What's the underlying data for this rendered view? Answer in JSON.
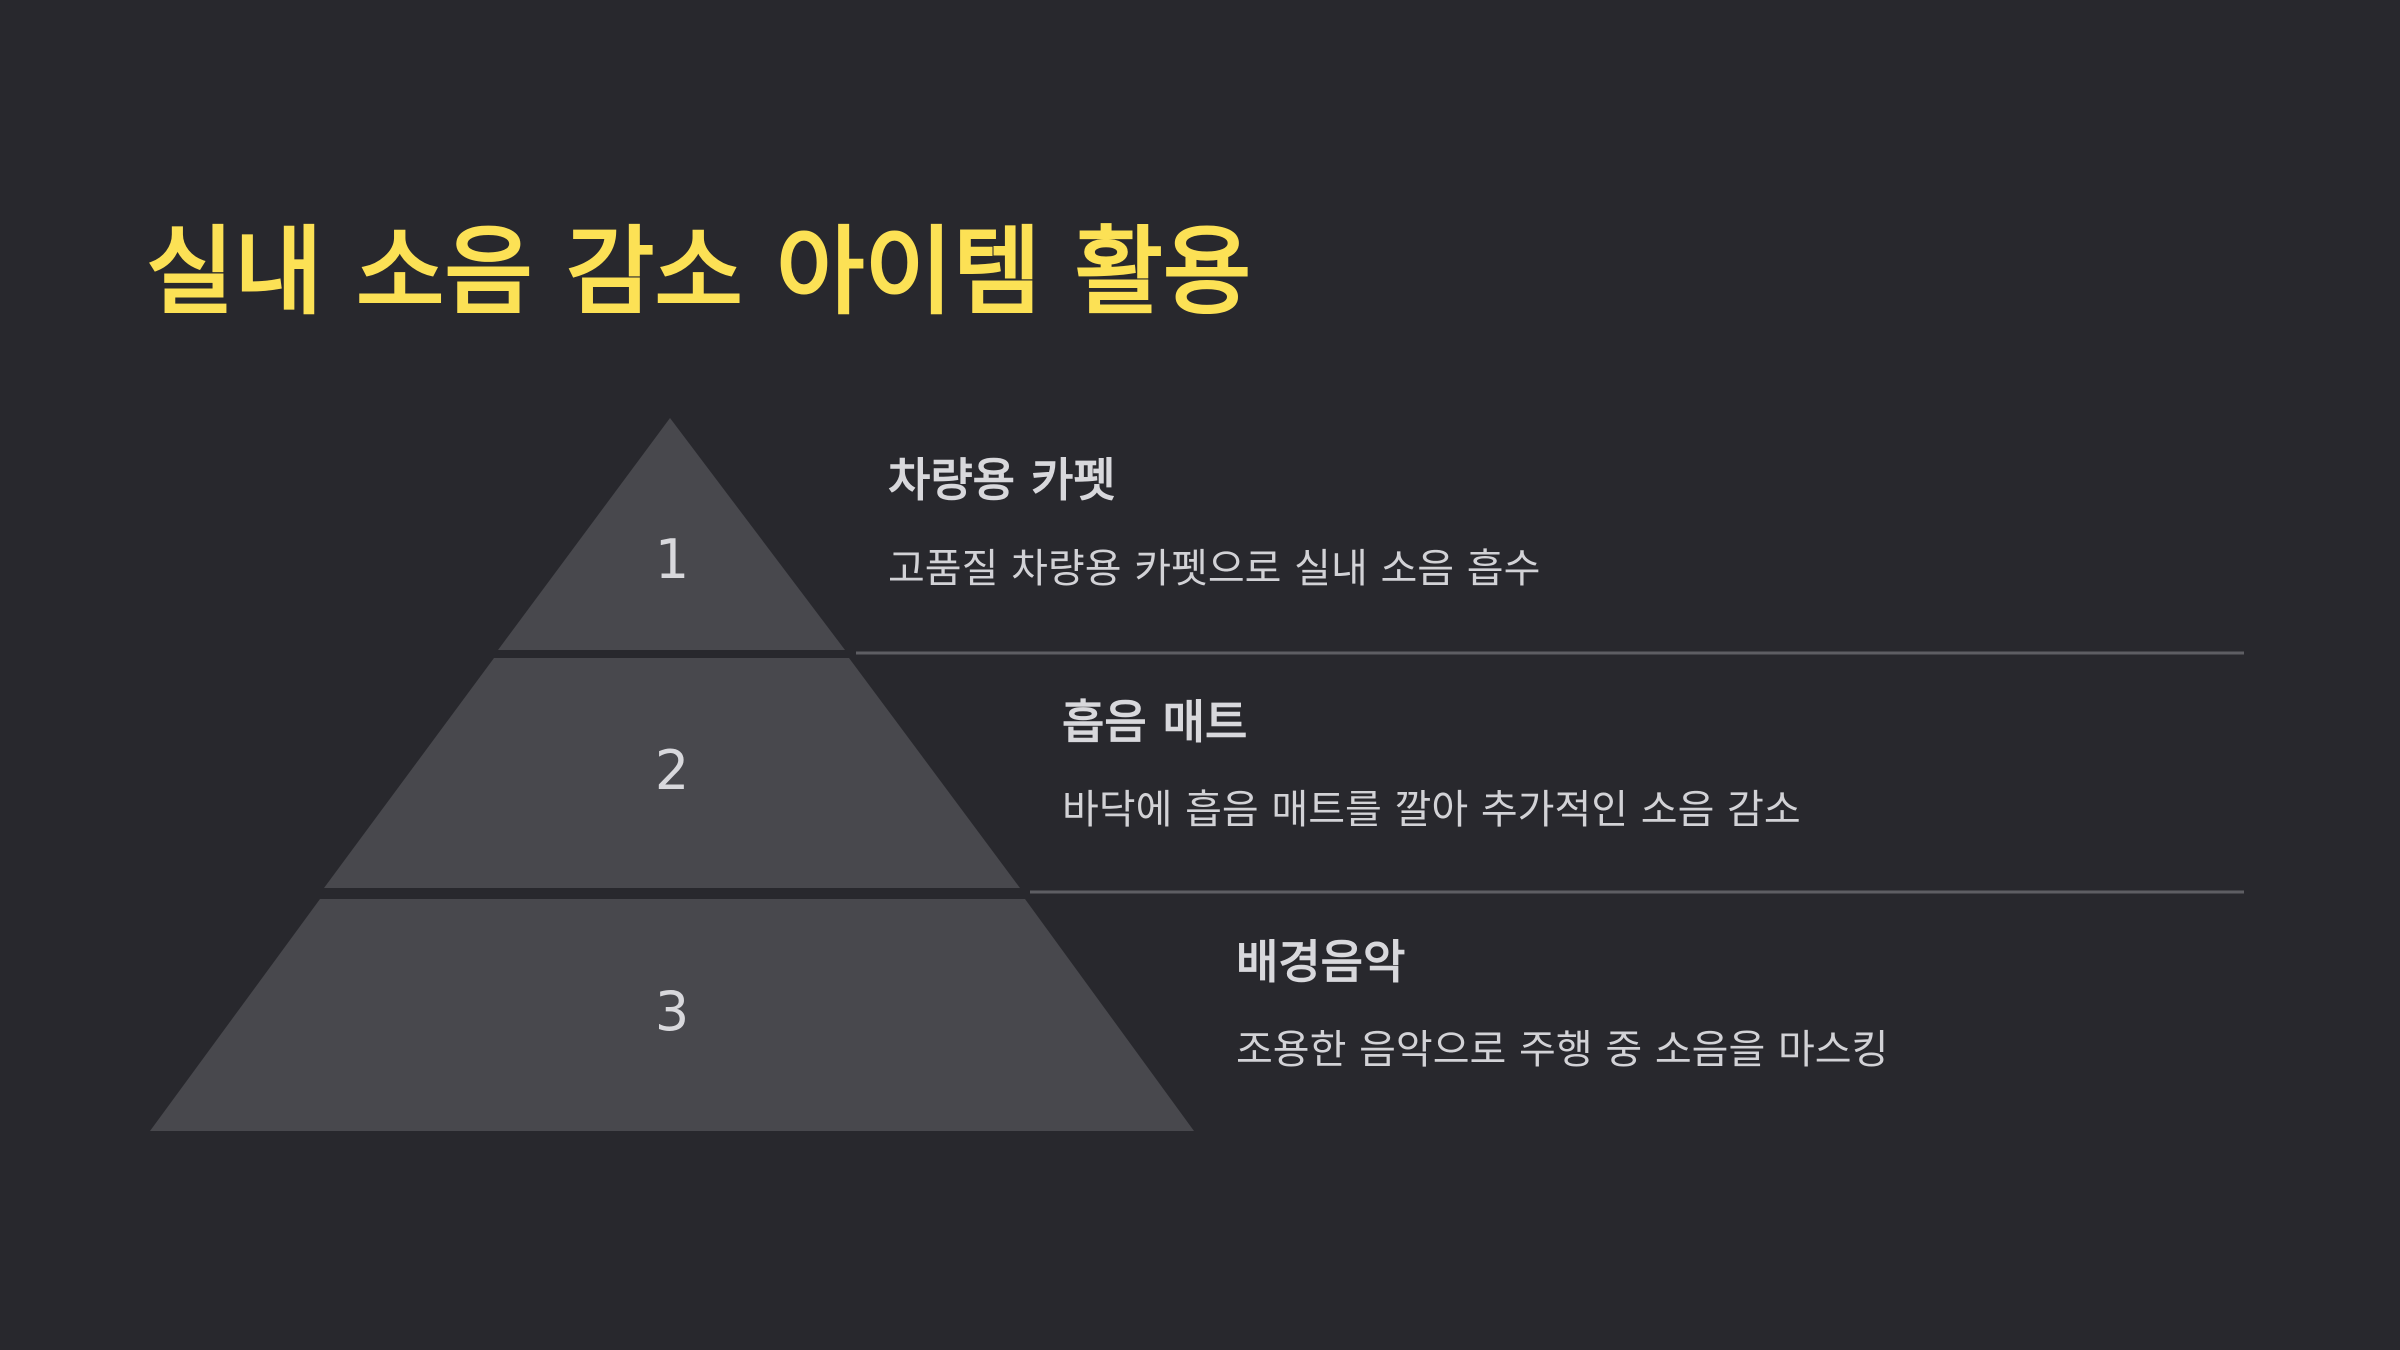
{
  "slide": {
    "title": "실내 소음 감소 아이템 활용"
  },
  "pyramid": {
    "tiers": [
      {
        "number": "1",
        "title": "차량용 카펫",
        "description": "고품질 차량용 카펫으로 실내 소음 흡수"
      },
      {
        "number": "2",
        "title": "흡음 매트",
        "description": "바닥에 흡음 매트를 깔아 추가적인 소음 감소"
      },
      {
        "number": "3",
        "title": "배경음악",
        "description": "조용한 음악으로 주행 중 소음을 마스킹"
      }
    ]
  },
  "colors": {
    "background": "#28282d",
    "title": "#fce155",
    "tier_fill": "#48484d",
    "divider": "#5e5e63",
    "text": "#d8d8dc"
  }
}
